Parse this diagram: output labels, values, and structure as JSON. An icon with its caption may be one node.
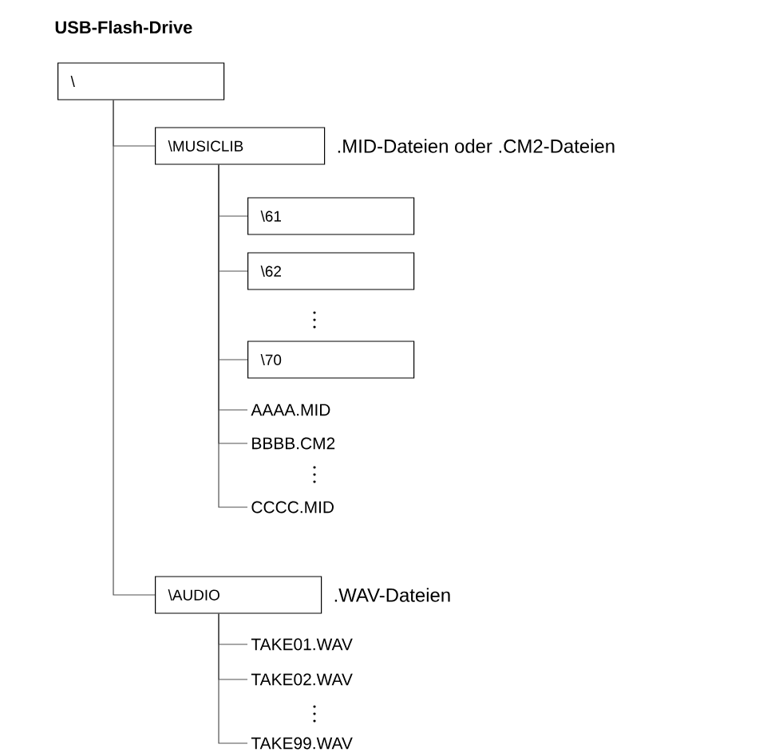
{
  "diagram": {
    "title": "USB-Flash-Drive",
    "nodes": [
      {
        "text": [
          "\\"
        ]
      },
      {
        "text": [
          "\\MUSICLIB"
        ],
        "beside": [
          ".MID-Dateien oder .CM2-Dateien"
        ]
      },
      {
        "text": [
          "\\61"
        ]
      },
      {
        "text": [
          "\\62"
        ]
      },
      {
        "text": [
          "\\70"
        ]
      },
      {
        "text": [
          "AAAA.MID"
        ]
      },
      {
        "text": [
          "BBBB.CM2"
        ]
      },
      {
        "text": [
          "CCCC.MID"
        ]
      },
      {
        "text": [
          "\\AUDIO"
        ],
        "beside": [
          ".WAV-Dateien"
        ]
      },
      {
        "text": [
          "TAKE01.WAV"
        ]
      },
      {
        "text": [
          "TAKE02.WAV"
        ]
      },
      {
        "text": [
          "TAKE99.WAV"
        ]
      }
    ],
    "edges": [
      {
        "from": 0,
        "to": 1,
        "arrow": "none"
      },
      {
        "from": 0,
        "to": 8,
        "arrow": "none"
      },
      {
        "from": 1,
        "to": 2,
        "arrow": "none"
      },
      {
        "from": 1,
        "to": 3,
        "arrow": "none"
      },
      {
        "from": 1,
        "to": 4,
        "arrow": "none"
      },
      {
        "from": 1,
        "to": 5,
        "arrow": "none"
      },
      {
        "from": 1,
        "to": 6,
        "arrow": "none"
      },
      {
        "from": 1,
        "to": 7,
        "arrow": "none"
      },
      {
        "from": 8,
        "to": 9,
        "arrow": "none"
      },
      {
        "from": 8,
        "to": 10,
        "arrow": "none"
      },
      {
        "from": 8,
        "to": 11,
        "arrow": "none"
      }
    ]
  }
}
